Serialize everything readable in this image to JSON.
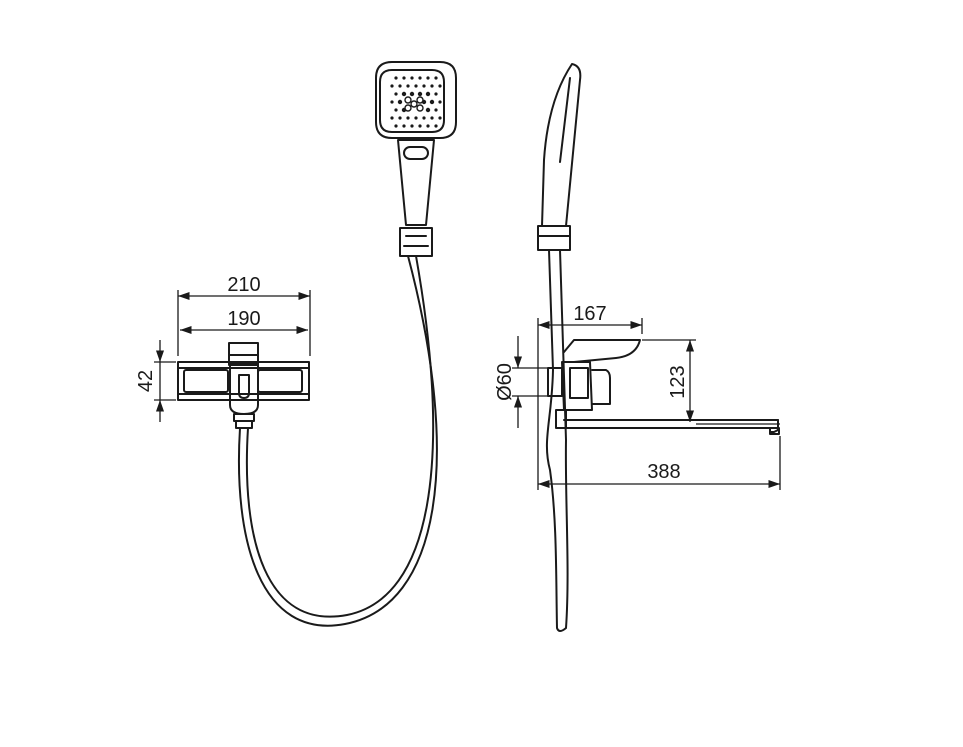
{
  "diagram": {
    "type": "technical-drawing",
    "colors": {
      "line": "#1a1a1a",
      "background": "#ffffff"
    },
    "dimensions": {
      "front_width_outer": "210",
      "front_width_inner": "190",
      "front_height": "42",
      "side_depth": "167",
      "side_height": "123",
      "side_diameter": "Ø60",
      "spout_length": "388"
    }
  }
}
